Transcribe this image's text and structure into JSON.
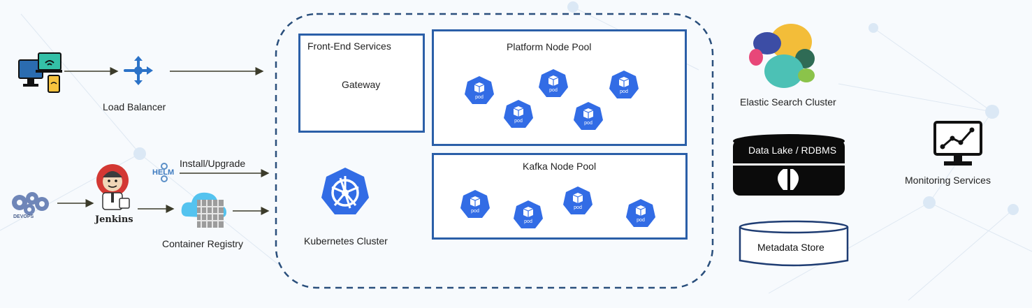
{
  "diagram": {
    "load_balancer_label": "Load Balancer",
    "install_upgrade_label": "Install/Upgrade",
    "helm_label": "HELM",
    "jenkins_label": "Jenkins",
    "devops_label": "DEVOPS",
    "container_registry_label": "Container Registry",
    "kubernetes_cluster_label": "Kubernetes Cluster",
    "front_end_services_label": "Front-End Services",
    "gateway_label": "Gateway",
    "platform_node_pool_label": "Platform Node Pool",
    "kafka_node_pool_label": "Kafka Node Pool",
    "pod_label": "pod",
    "elastic_search_label": "Elastic Search Cluster",
    "data_lake_label": "Data Lake / RDBMS",
    "metadata_store_label": "Metadata Store",
    "monitoring_label": "Monitoring Services"
  },
  "icons": {
    "client_devices": "client-devices-icon",
    "load_balancer": "load-balancer-icon",
    "devops": "devops-gears-icon",
    "jenkins": "jenkins-icon",
    "helm": "helm-icon",
    "container_registry": "cloud-registry-icon",
    "kubernetes": "kubernetes-wheel-icon",
    "pod": "pod-icon",
    "elastic": "elastic-logo-icon",
    "database": "database-icon",
    "monitor": "monitor-chart-icon"
  },
  "colors": {
    "box_border": "#2b5fa8",
    "dashed_border": "#2a4f7c",
    "k8s_blue": "#326ce5",
    "arrow": "#3b3b2a"
  }
}
